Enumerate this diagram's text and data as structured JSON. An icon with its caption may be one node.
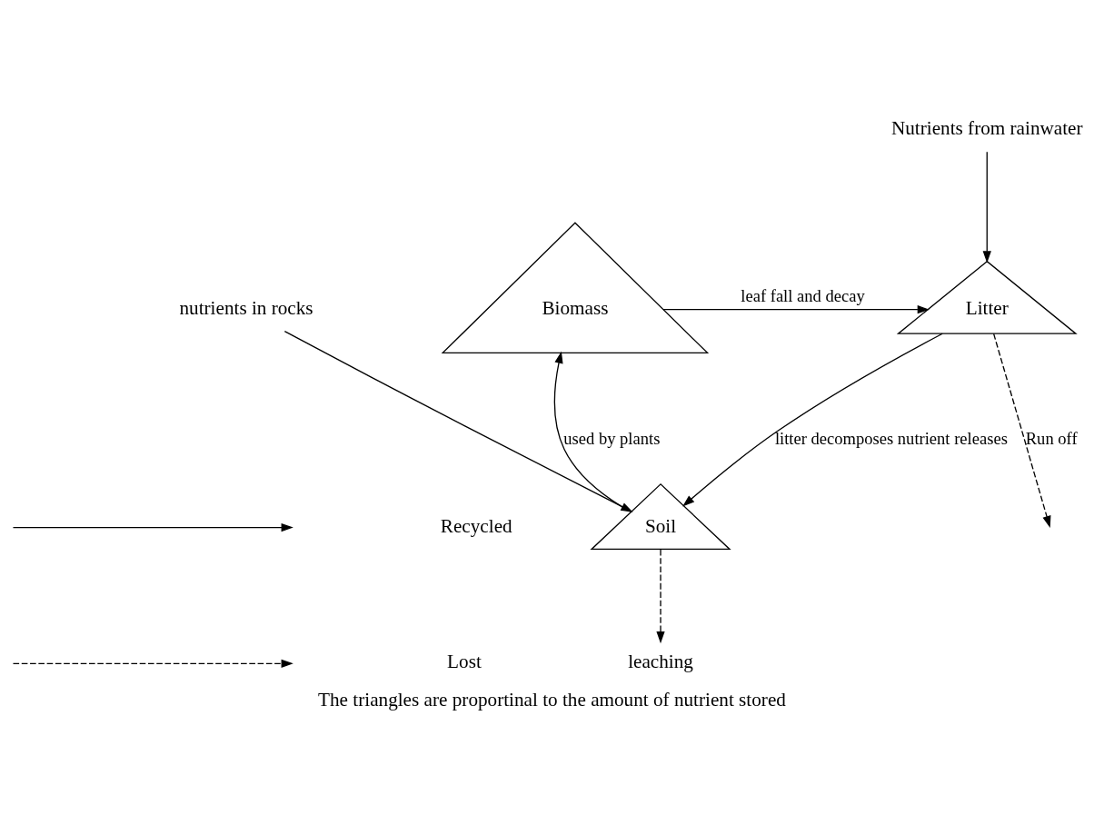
{
  "diagram": {
    "caption": "The triangles are proportinal to the amount of nutrient stored",
    "nodes": [
      {
        "text": [
          "Biomass"
        ]
      },
      {
        "text": [
          "Litter"
        ]
      },
      {
        "text": [
          "Soil"
        ]
      },
      {
        "text": [
          "Nutrients from rainwater"
        ]
      },
      {
        "text": [
          "nutrients in rocks"
        ]
      },
      {
        "text": [
          "leaching"
        ]
      }
    ],
    "edges": [
      {
        "from": 0,
        "to": 1,
        "arrow": "to",
        "label": "leaf fall and decay"
      },
      {
        "from": 3,
        "to": 1,
        "arrow": "to"
      },
      {
        "from": 1,
        "to": null,
        "arrow": "to",
        "label": "Run off",
        "style": "dashed"
      },
      {
        "from": 1,
        "to": 2,
        "arrow": "to",
        "label": "litter decomposes nutrient releases"
      },
      {
        "from": 2,
        "to": 0,
        "arrow": "to",
        "label": "used by plants"
      },
      {
        "from": 4,
        "to": 2,
        "arrow": "to"
      },
      {
        "from": 2,
        "to": 5,
        "arrow": "to",
        "style": "dashed"
      }
    ],
    "legend": [
      {
        "text": "Recycled"
      },
      {
        "text": "Lost"
      }
    ]
  }
}
